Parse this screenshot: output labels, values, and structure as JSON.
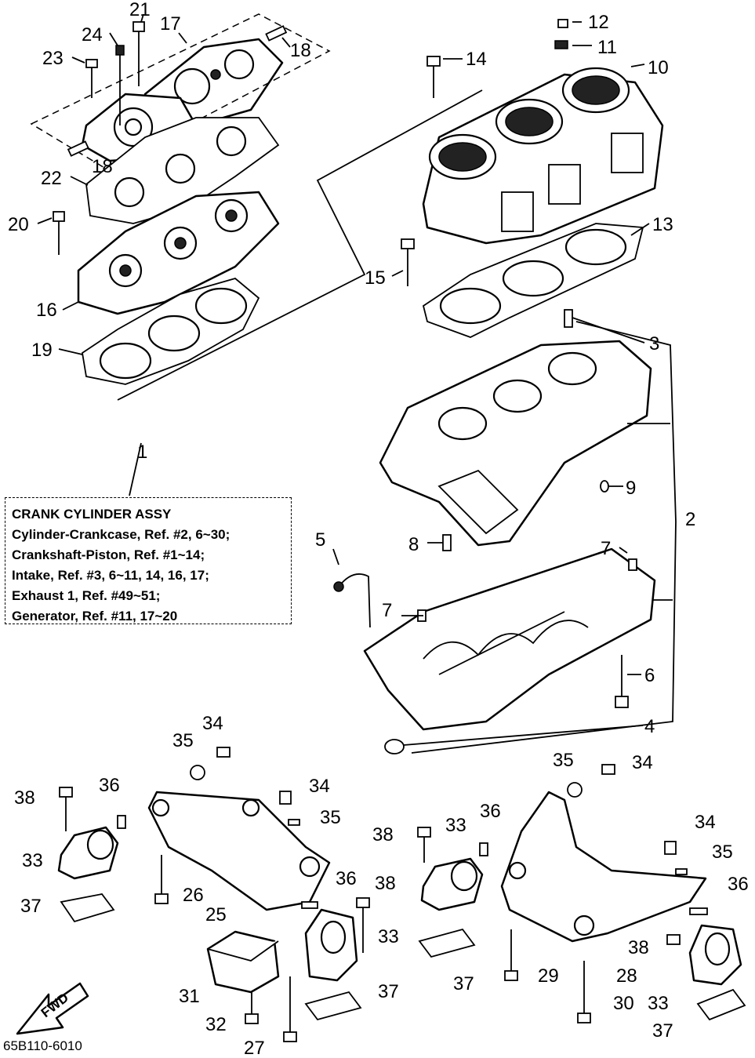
{
  "assembly_box": {
    "title": "CRANK CYLINDER ASSY",
    "lines": [
      "Cylinder-Crankcase, Ref. #2, 6~30;",
      "Crankshaft-Piston, Ref. #1~14;",
      "Intake, Ref. #3, 6~11, 14, 16, 17;",
      "Exhaust 1, Ref. #49~51;",
      "Generator, Ref. #11, 17~20"
    ]
  },
  "callouts": {
    "c1": "1",
    "c2": "2",
    "c3": "3",
    "c4": "4",
    "c5": "5",
    "c6": "6",
    "c7a": "7",
    "c7b": "7",
    "c8": "8",
    "c9": "9",
    "c10": "10",
    "c11": "11",
    "c12": "12",
    "c13": "13",
    "c14": "14",
    "c15": "15",
    "c16": "16",
    "c17": "17",
    "c18a": "18",
    "c18b": "18",
    "c19": "19",
    "c20": "20",
    "c21": "21",
    "c22": "22",
    "c23": "23",
    "c24": "24",
    "c25": "25",
    "c26": "26",
    "c27": "27",
    "c28": "28",
    "c29": "29",
    "c30": "30",
    "c31": "31",
    "c32": "32",
    "c33a": "33",
    "c33b": "33",
    "c33c": "33",
    "c33d": "33",
    "c34a": "34",
    "c34b": "34",
    "c34c": "34",
    "c34d": "34",
    "c35a": "35",
    "c35b": "35",
    "c35c": "35",
    "c35d": "35",
    "c36a": "36",
    "c36b": "36",
    "c36c": "36",
    "c36d": "36",
    "c37a": "37",
    "c37b": "37",
    "c37c": "37",
    "c37d": "37",
    "c38a": "38",
    "c38b": "38",
    "c38c": "38",
    "c38d": "38"
  },
  "fwd_arrow": {
    "label": "FWD"
  },
  "doc_number": "65B110-6010"
}
